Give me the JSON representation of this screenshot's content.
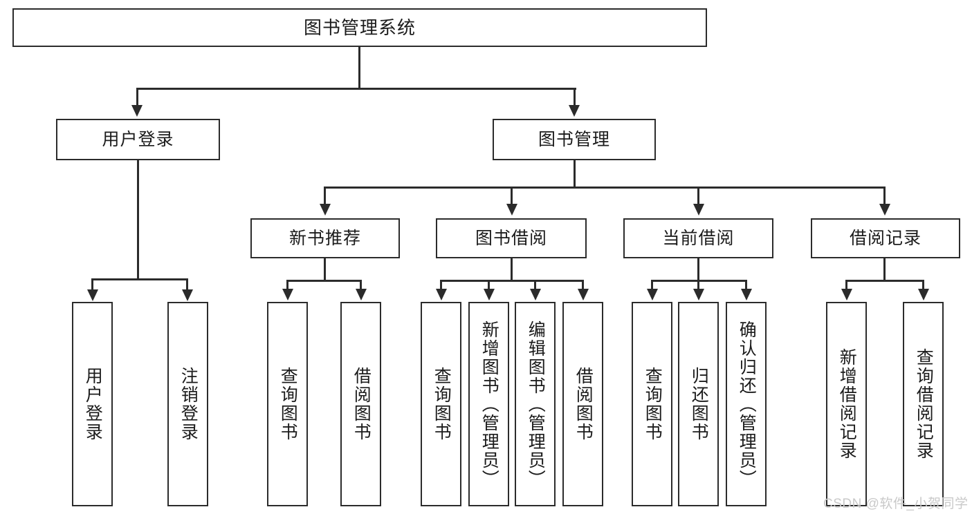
{
  "diagram": {
    "title": "图书管理系统",
    "type": "hierarchy-tree",
    "levels": 4,
    "root": {
      "label": "图书管理系统"
    },
    "level2": [
      {
        "label": "用户登录"
      },
      {
        "label": "图书管理"
      }
    ],
    "level3": [
      {
        "label": "新书推荐"
      },
      {
        "label": "图书借阅"
      },
      {
        "label": "当前借阅"
      },
      {
        "label": "借阅记录"
      }
    ],
    "leaves": {
      "user_login": [
        {
          "label": "用户登录"
        },
        {
          "label": "注销登录"
        }
      ],
      "new_book_recommend": [
        {
          "label": "查询图书"
        },
        {
          "label": "借阅图书"
        }
      ],
      "book_borrow": [
        {
          "label": "查询图书"
        },
        {
          "label": "新增图书（管理员）"
        },
        {
          "label": "编辑图书（管理员）"
        },
        {
          "label": "借阅图书"
        }
      ],
      "current_borrow": [
        {
          "label": "查询图书"
        },
        {
          "label": "归还图书"
        },
        {
          "label": "确认归还（管理员）"
        }
      ],
      "borrow_record": [
        {
          "label": "新增借阅记录"
        },
        {
          "label": "查询借阅记录"
        }
      ]
    }
  },
  "watermark": {
    "text": "CSDN @软件_小贺同学"
  },
  "colors": {
    "stroke": "#2b2b2b",
    "background": "#ffffff",
    "text": "#1b1b1b",
    "watermark": "#c9c9c9"
  }
}
